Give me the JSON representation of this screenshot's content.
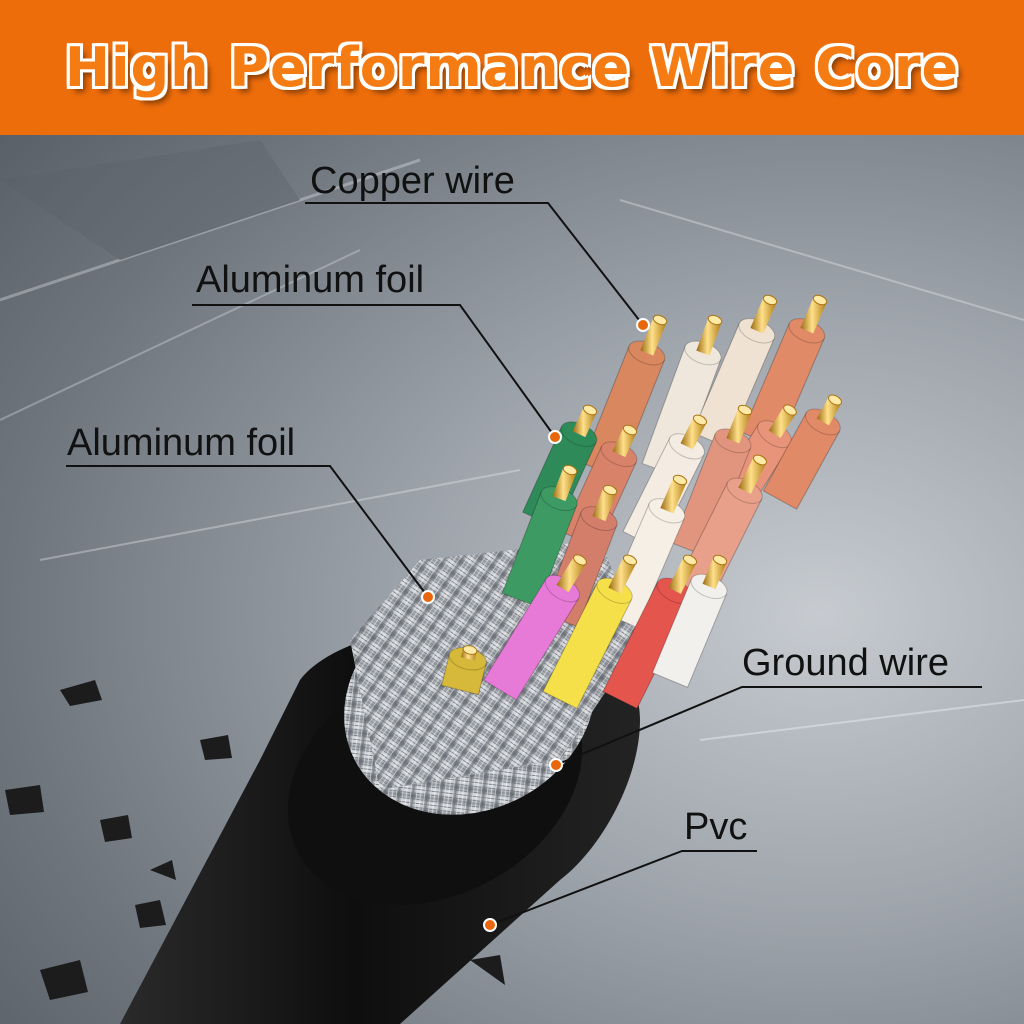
{
  "banner": {
    "title": "High Performance Wire Core",
    "color": "#ee6d0b"
  },
  "callouts": [
    {
      "id": "copper-wire",
      "label": "Copper wire"
    },
    {
      "id": "aluminum-foil-inner",
      "label": "Aluminum foil"
    },
    {
      "id": "aluminum-foil-outer",
      "label": "Aluminum foil"
    },
    {
      "id": "ground-wire",
      "label": "Ground wire"
    },
    {
      "id": "pvc",
      "label": "Pvc"
    }
  ],
  "colors": {
    "marker": "#e8660c",
    "pvc_jacket": "#141414",
    "braid": "#c9ccd0",
    "conductor": "#e2b32a"
  }
}
